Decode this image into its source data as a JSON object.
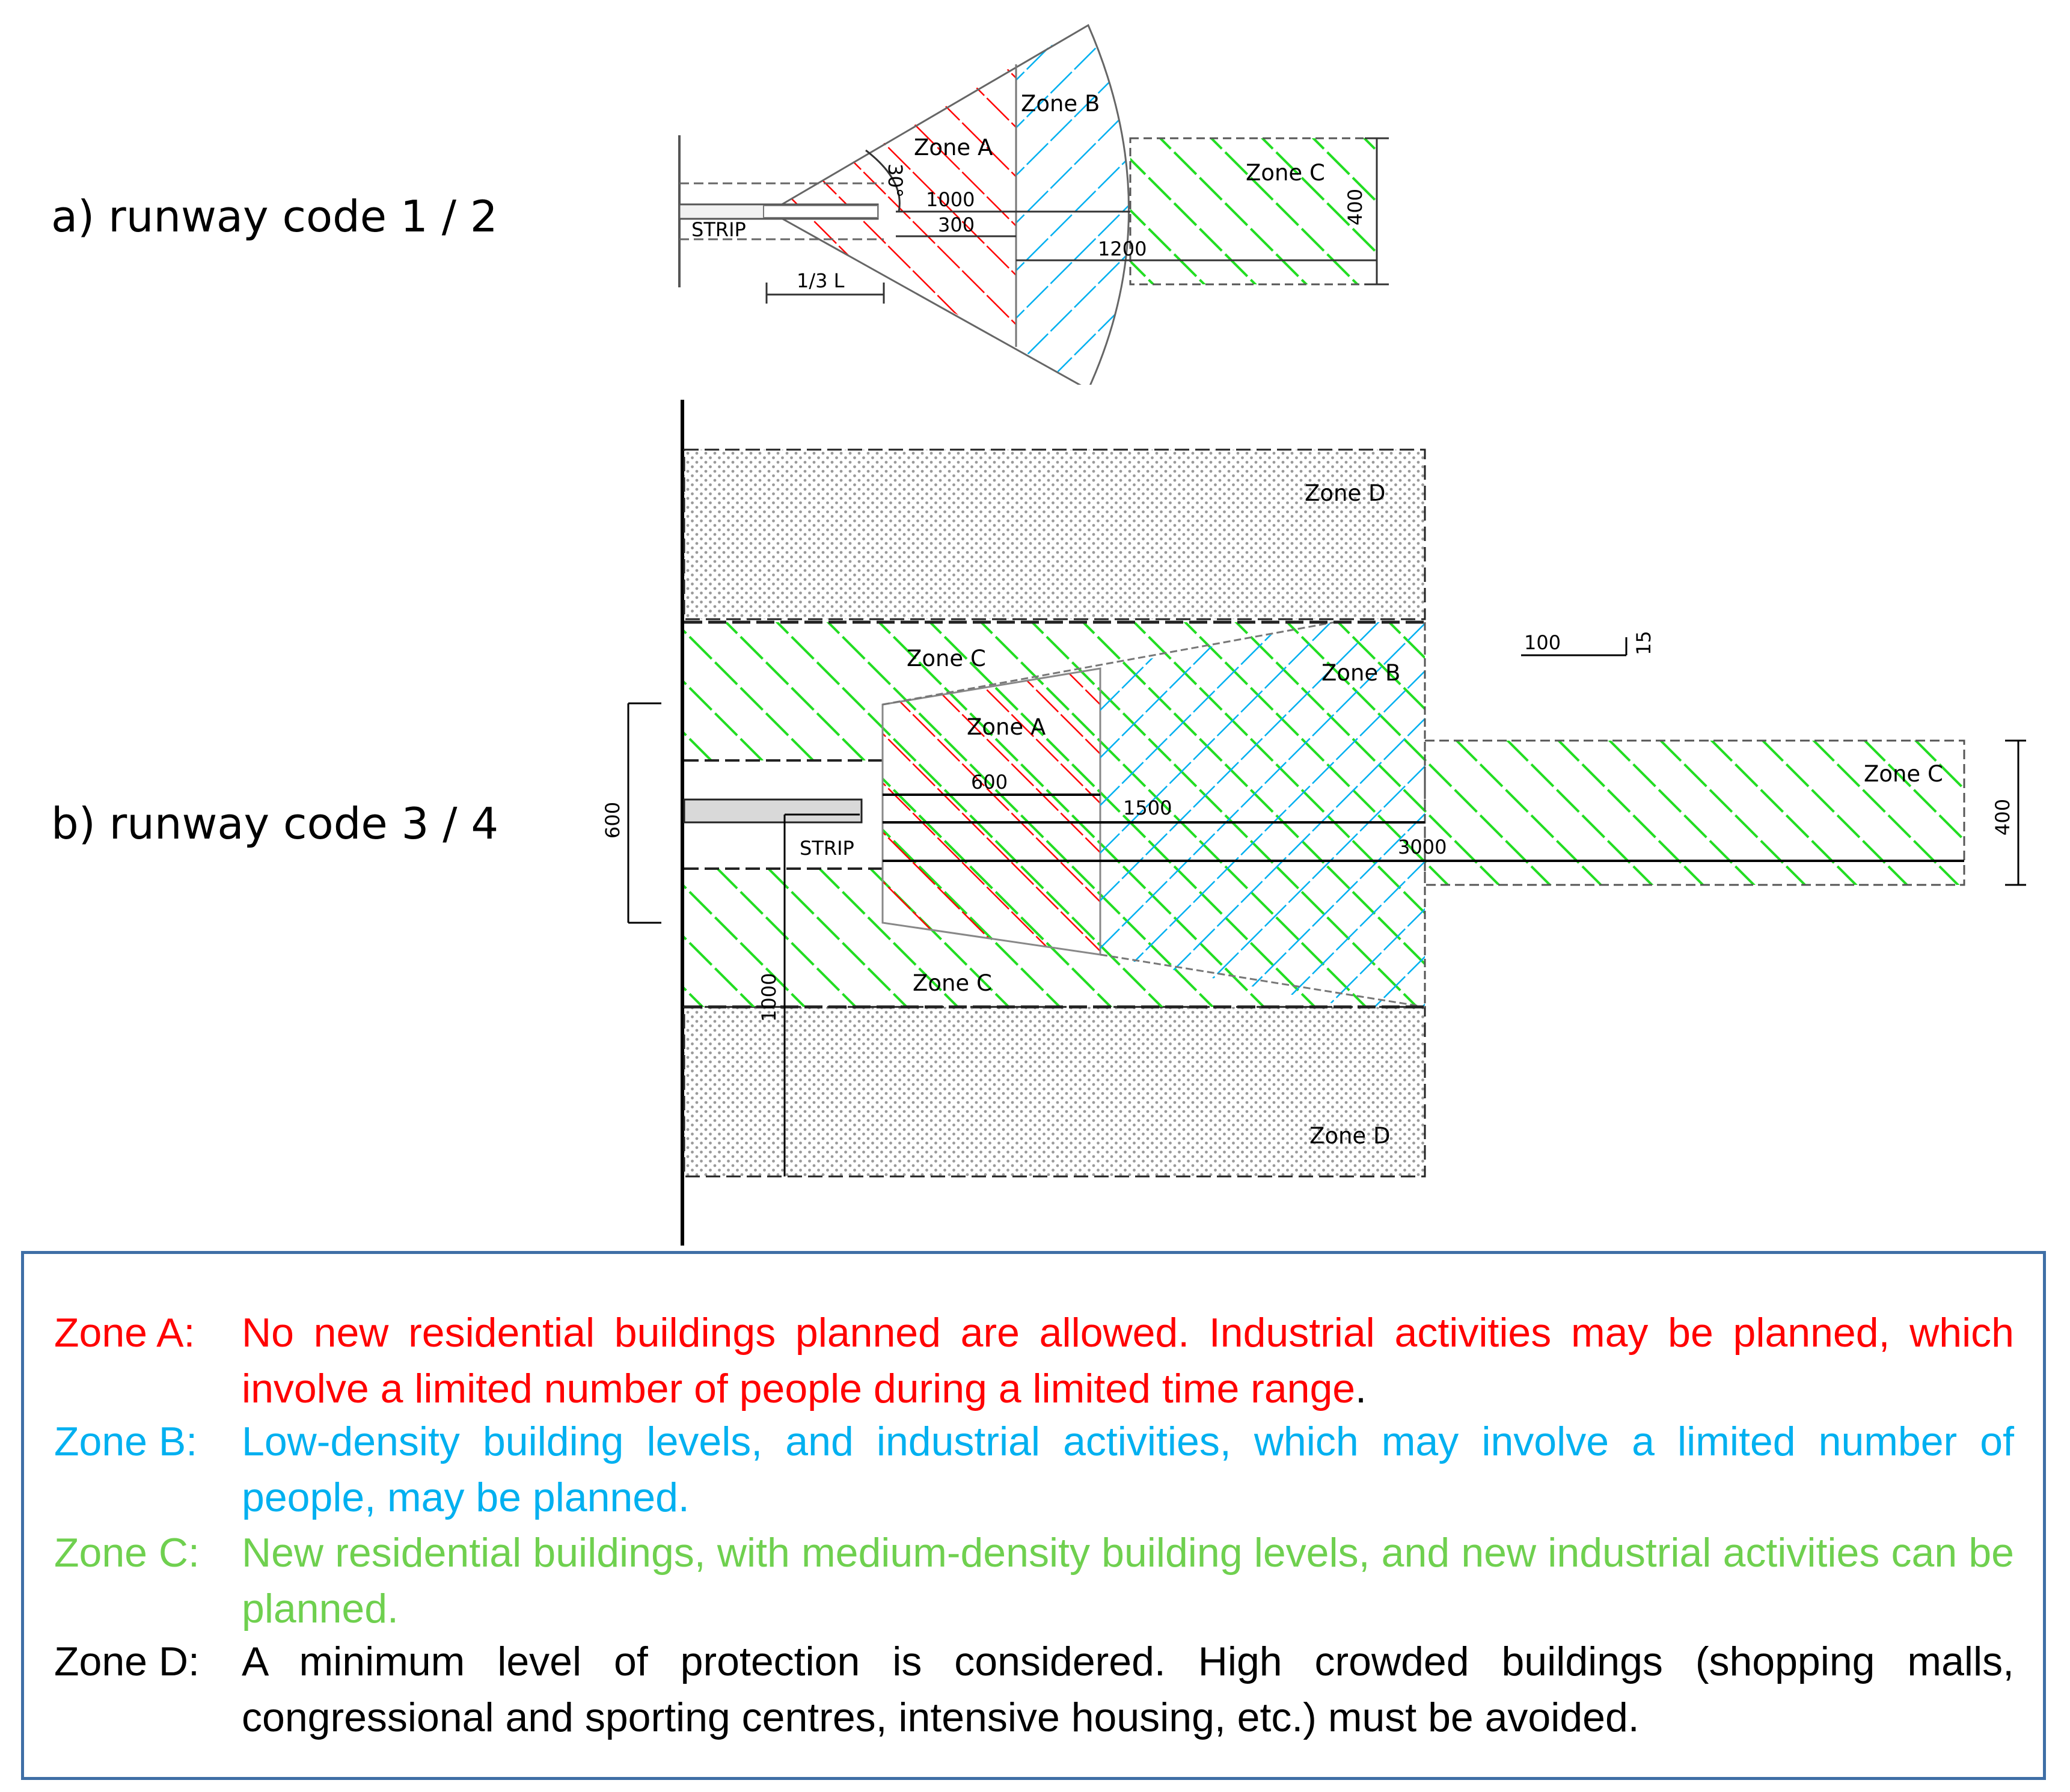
{
  "panels": {
    "a": {
      "label": "a)  runway code 1 / 2",
      "zones": {
        "a": "Zone A",
        "b": "Zone B",
        "c": "Zone C"
      },
      "strip": "STRIP",
      "angle": "30°",
      "dims": {
        "d1000": "1000",
        "d300": "300",
        "d1200": "1200",
        "d400": "400",
        "third_l": "1/3 L"
      }
    },
    "b": {
      "label": "b)  runway code 3 / 4",
      "zones": {
        "d_top": "Zone D",
        "c_top": "Zone C",
        "b": "Zone B",
        "a": "Zone A",
        "c_right": "Zone C",
        "c_bottom": "Zone C",
        "d_bottom": "Zone D"
      },
      "strip": "STRIP",
      "dims": {
        "d600": "600",
        "d1500": "1500",
        "d3000": "3000",
        "d600_left": "600",
        "d1000": "1000",
        "d400": "400",
        "scale_100": "100",
        "scale_15": "15"
      }
    }
  },
  "legend": [
    {
      "key": "Zone A:",
      "text": "No new residential buildings planned are allowed. Industrial activities may be planned, which involve a limited number of people during a limited time range",
      "suffix": ".",
      "color": "#ff0000"
    },
    {
      "key": "Zone B:",
      "text": "Low-density building levels, and industrial activities, which may involve a limited number of people, may be planned.",
      "suffix": "",
      "color": "#00b0f0"
    },
    {
      "key": "Zone C:",
      "text": "New residential buildings, with medium-density building levels, and new industrial activities can be planned.",
      "suffix": "",
      "color": "#6fd04f"
    },
    {
      "key": "Zone D:",
      "text": "A minimum level of protection is considered. High crowded buildings (shopping malls, congressional and sporting centres, intensive housing, etc.) must be avoided.",
      "suffix": "",
      "color": "#000000"
    }
  ],
  "colors": {
    "zone_a": "#ff0000",
    "zone_b": "#00b0f0",
    "zone_c": "#22dd22",
    "zone_d": "#9a9a9a",
    "legend_border": "#3f6fa6"
  }
}
